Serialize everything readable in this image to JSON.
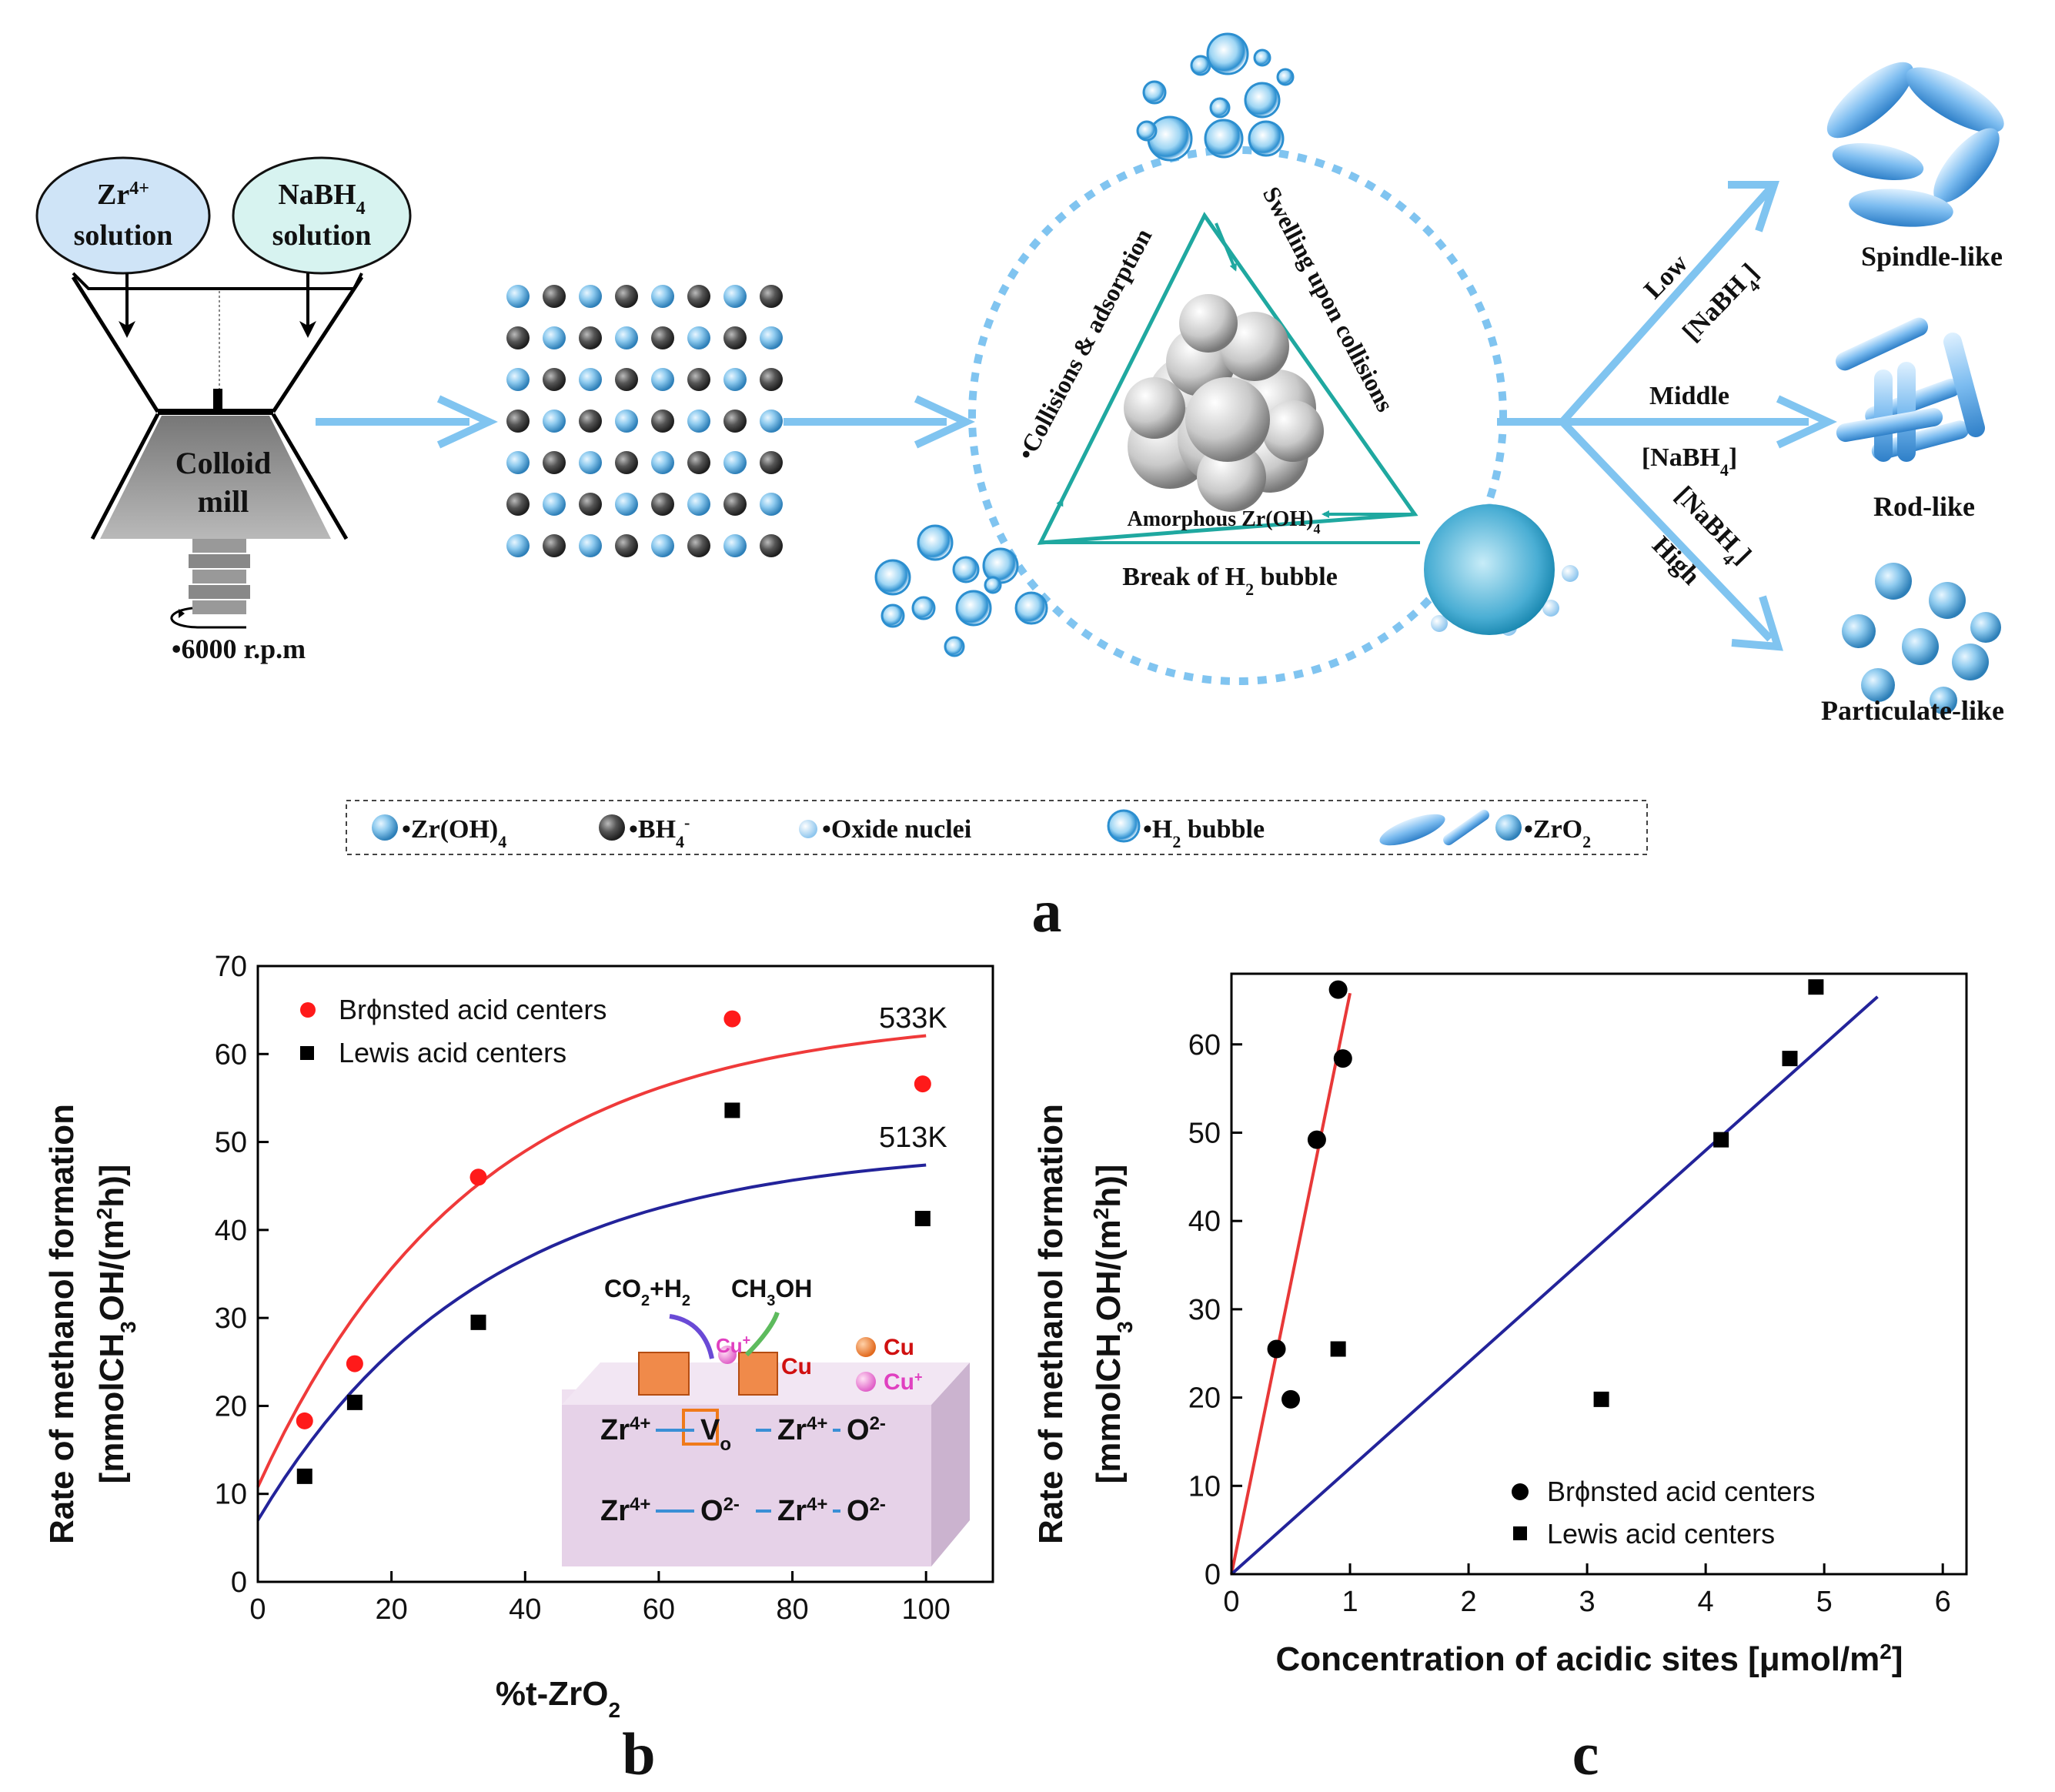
{
  "panel_a": {
    "label": "a",
    "zr_solution": [
      "Zr",
      "4+",
      "solution"
    ],
    "nabh4_solution": [
      "NaBH",
      "4",
      "solution"
    ],
    "colloid_mill": [
      "Colloid",
      "mill"
    ],
    "speed": "•6000 r.p.m",
    "cycle": {
      "left": "•Collisions & adsorption",
      "right": "Swelling upon collisions",
      "bottom": [
        "Break of H",
        "2",
        " bubble"
      ],
      "center": [
        "Amorphous Zr(OH)",
        "4"
      ]
    },
    "branches": {
      "low": [
        "Low",
        "[NaBH",
        "4",
        "]"
      ],
      "middle": [
        "Middle",
        "[NaBH",
        "4",
        "]"
      ],
      "high": [
        "[NaBH",
        "4",
        "]",
        "High"
      ]
    },
    "products": {
      "spindle": "Spindle-like",
      "rod": "Rod-like",
      "particulate": "Particulate-like"
    },
    "legend": {
      "zroh4": [
        "•Zr(OH)",
        "4"
      ],
      "bh4": [
        "•BH",
        "4",
        "-"
      ],
      "nuclei": "•Oxide nuclei",
      "h2": [
        "•H",
        "2",
        " bubble"
      ],
      "zro2": [
        "•ZrO",
        "2"
      ]
    },
    "colors": {
      "blue_sphere": "#4a9fd0",
      "dark_sphere": "#4a4a4a",
      "arrow": "#80c4f0",
      "teal": "#1fa8a0"
    }
  },
  "chart_data": [
    {
      "id": "b",
      "label": "b",
      "type": "scatter",
      "xlabel": [
        "%t-ZrO",
        "2"
      ],
      "ylabel": "Rate of methanol formation",
      "ylabel2": [
        "[mmolCH",
        "3",
        "OH/(m",
        "2",
        "h)]"
      ],
      "xlim": [
        0,
        110
      ],
      "ylim": [
        0,
        70
      ],
      "xticks": [
        0,
        20,
        40,
        60,
        80,
        100
      ],
      "yticks": [
        0,
        10,
        20,
        30,
        40,
        50,
        60,
        70
      ],
      "legend_position": "top-left",
      "series": [
        {
          "name": "Brϕnsted acid centers",
          "marker": "circle",
          "color": "#ff1a1a",
          "x": [
            7,
            14.5,
            33,
            71,
            99.5
          ],
          "y": [
            18.3,
            24.8,
            46,
            64,
            56.6
          ]
        },
        {
          "name": "Lewis acid centers",
          "marker": "square",
          "color": "#000000",
          "x": [
            7,
            14.5,
            33,
            71,
            99.5
          ],
          "y": [
            12,
            20.4,
            29.5,
            53.6,
            41.3
          ]
        }
      ],
      "curves": [
        {
          "label": "533K",
          "color": "#ef3a3a",
          "plateau": 64.5,
          "start": 10.8,
          "k": 0.031
        },
        {
          "label": "513K",
          "color": "#23239a",
          "plateau": 49.5,
          "start": 7,
          "k": 0.03
        }
      ],
      "inset": {
        "reactants": [
          "CO",
          "2",
          "+H",
          "2"
        ],
        "product": [
          "CH",
          "3",
          "OH"
        ],
        "cu": "Cu",
        "cu_plus": [
          "Cu",
          "+"
        ],
        "row1": [
          [
            "Zr",
            "4+"
          ],
          [
            "V",
            "o"
          ],
          [
            "Zr",
            "4+"
          ],
          [
            "O",
            "2-"
          ]
        ],
        "row2": [
          [
            "Zr",
            "4+"
          ],
          [
            "O",
            "2-"
          ],
          [
            "Zr",
            "4+"
          ],
          [
            "O",
            "2-"
          ]
        ]
      }
    },
    {
      "id": "c",
      "label": "c",
      "type": "scatter",
      "xlabel": [
        "Concentration of acidic sites [μmol/m",
        "2",
        "]"
      ],
      "ylabel": "Rate of methanol formation",
      "ylabel2": [
        "[mmolCH",
        "3",
        "OH/(m",
        "2",
        "h)]"
      ],
      "xlim": [
        0,
        6.2
      ],
      "ylim": [
        0,
        68
      ],
      "xticks": [
        0,
        1,
        2,
        3,
        4,
        5,
        6
      ],
      "yticks": [
        0,
        10,
        20,
        30,
        40,
        50,
        60
      ],
      "legend_position": "bottom-right",
      "series": [
        {
          "name": "Brϕnsted acid centers",
          "marker": "circle",
          "color": "#000000",
          "x": [
            0.38,
            0.5,
            0.72,
            0.9,
            0.94
          ],
          "y": [
            25.5,
            19.8,
            49.2,
            66.2,
            58.4
          ]
        },
        {
          "name": "Lewis acid centers",
          "marker": "square",
          "color": "#000000",
          "x": [
            0.9,
            3.12,
            4.13,
            4.71,
            4.93
          ],
          "y": [
            25.5,
            19.8,
            49.2,
            58.4,
            66.5
          ]
        }
      ],
      "fit_lines": [
        {
          "color": "#e83838",
          "x": [
            0,
            1.0
          ],
          "y": [
            0,
            65.8
          ]
        },
        {
          "color": "#23239a",
          "x": [
            0,
            5.45
          ],
          "y": [
            0,
            65.4
          ]
        }
      ]
    }
  ]
}
